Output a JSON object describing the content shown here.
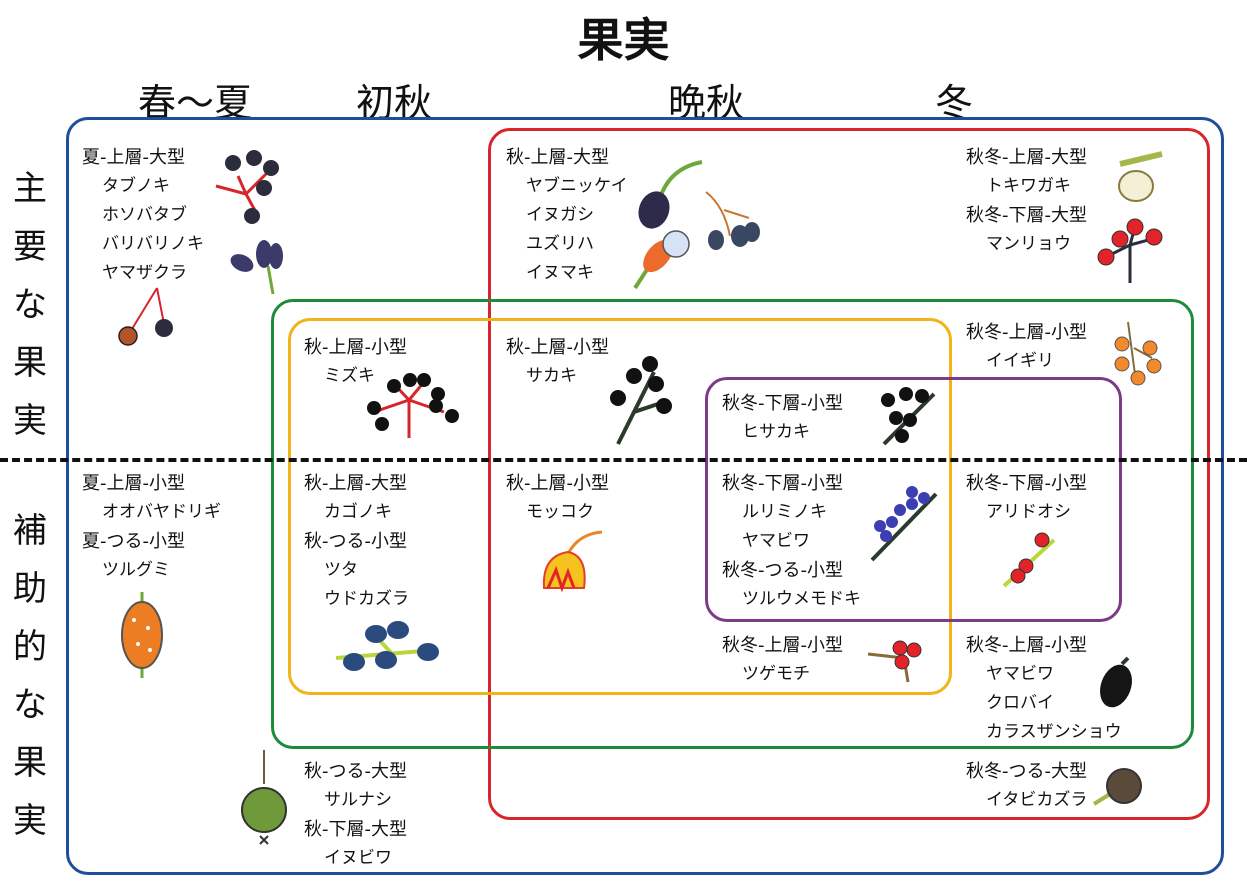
{
  "title": "果実",
  "seasons": {
    "spring_summer": "春～夏",
    "early_autumn": "初秋",
    "late_autumn": "晩秋",
    "winter": "冬"
  },
  "side": {
    "main": "主要な果実",
    "aux": "補助的な果実"
  },
  "groups": {
    "g1": {
      "header": "夏-上層-大型",
      "species": [
        "タブノキ",
        "ホソバタブ",
        "バリバリノキ",
        "ヤマザクラ"
      ]
    },
    "g2": {
      "header": "秋-上層-大型",
      "species": [
        "ヤブニッケイ",
        "イヌガシ",
        "ユズリハ",
        "イヌマキ"
      ]
    },
    "g3": {
      "header": "秋冬-上層-大型",
      "species": [
        "トキワガキ"
      ]
    },
    "g4": {
      "header": "秋冬-下層-大型",
      "species": [
        "マンリョウ"
      ]
    },
    "g5": {
      "header": "秋-上層-小型",
      "species": [
        "ミズキ"
      ]
    },
    "g6": {
      "header": "秋-上層-小型",
      "species": [
        "サカキ"
      ]
    },
    "g7": {
      "header": "秋冬-上層-小型",
      "species": [
        "イイギリ"
      ]
    },
    "g8": {
      "header": "秋冬-下層-小型",
      "species": [
        "ヒサカキ"
      ]
    },
    "g9": {
      "header": "夏-上層-小型",
      "species": [
        "オオバヤドリギ"
      ]
    },
    "g10": {
      "header": "夏-つる-小型",
      "species": [
        "ツルグミ"
      ]
    },
    "g11": {
      "header": "秋-上層-大型",
      "species": [
        "カゴノキ"
      ]
    },
    "g12": {
      "header": "秋-つる-小型",
      "species": [
        "ツタ",
        "ウドカズラ"
      ]
    },
    "g13": {
      "header": "秋-上層-小型",
      "species": [
        "モッコク"
      ]
    },
    "g14": {
      "header": "秋冬-下層-小型",
      "species": [
        "ルリミノキ",
        "ヤマビワ"
      ]
    },
    "g15": {
      "header": "秋冬-つる-小型",
      "species": [
        "ツルウメモドキ"
      ]
    },
    "g16": {
      "header": "秋冬-下層-小型",
      "species": [
        "アリドオシ"
      ]
    },
    "g17": {
      "header": "秋冬-上層-小型",
      "species": [
        "ツゲモチ"
      ]
    },
    "g18": {
      "header": "秋冬-上層-小型",
      "species": [
        "ヤマビワ",
        "クロバイ",
        "カラスザンショウ"
      ]
    },
    "g19": {
      "header": "秋-つる-大型",
      "species": [
        "サルナシ"
      ]
    },
    "g20": {
      "header": "秋-下層-大型",
      "species": [
        "イヌビワ"
      ]
    },
    "g21": {
      "header": "秋冬-つる-大型",
      "species": [
        "イタビカズラ"
      ]
    }
  },
  "colors": {
    "blue": "#1f4e9c",
    "red": "#d6262b",
    "green": "#1e8a3c",
    "yellow": "#f2b21a",
    "purple": "#7d3a86"
  }
}
